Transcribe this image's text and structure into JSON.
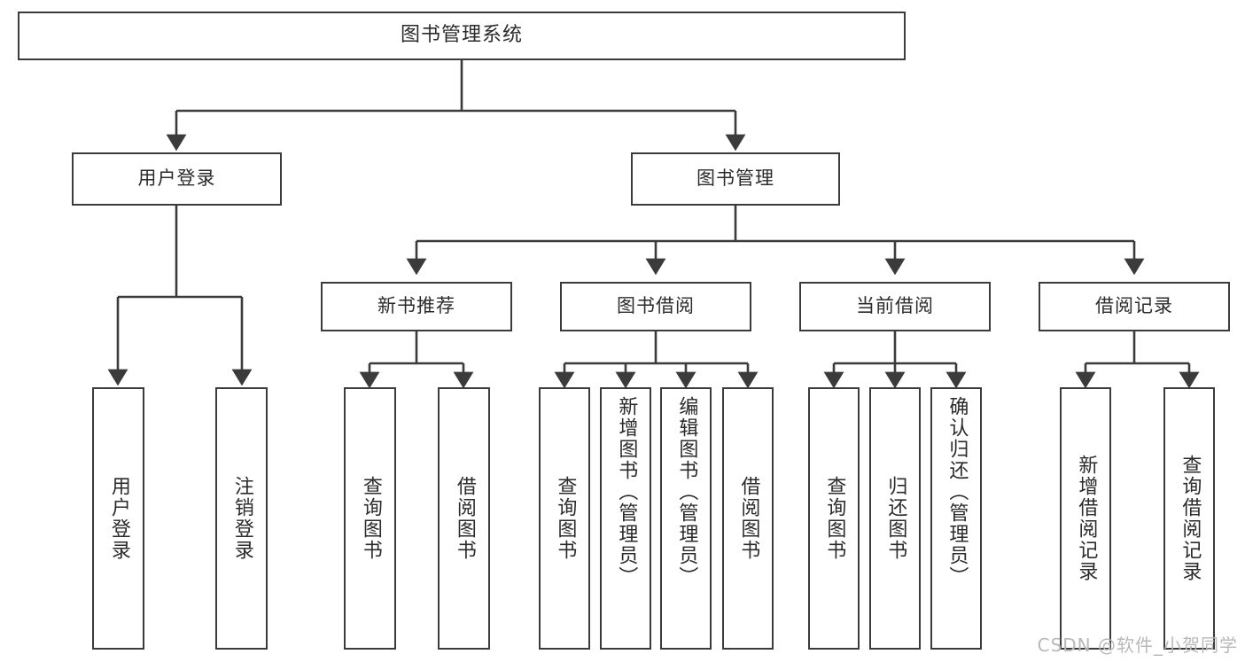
{
  "diagram": {
    "title": "图书管理系统",
    "type": "tree-hierarchy-chart",
    "colors": {
      "stroke": "#3b3b3b",
      "fill": "#ffffff",
      "text": "#2b2b2b",
      "watermark": "#b9b9b9"
    },
    "root": {
      "label": "图书管理系统"
    },
    "level1": [
      {
        "label": "用户登录"
      },
      {
        "label": "图书管理"
      }
    ],
    "level2": [
      {
        "label": "新书推荐"
      },
      {
        "label": "图书借阅"
      },
      {
        "label": "当前借阅"
      },
      {
        "label": "借阅记录"
      }
    ],
    "leaves": {
      "user_login": [
        {
          "label": "用户登录"
        },
        {
          "label": "注销登录"
        }
      ],
      "new_book_recommend": [
        {
          "label": "查询图书"
        },
        {
          "label": "借阅图书"
        }
      ],
      "book_borrow": [
        {
          "label": "查询图书"
        },
        {
          "label": "新增图书（管理员）"
        },
        {
          "label": "编辑图书（管理员）"
        },
        {
          "label": "借阅图书"
        }
      ],
      "current_borrow": [
        {
          "label": "查询图书"
        },
        {
          "label": "归还图书"
        },
        {
          "label": "确认归还（管理员）"
        }
      ],
      "borrow_record": [
        {
          "label": "新增借阅记录"
        },
        {
          "label": "查询借阅记录"
        }
      ]
    }
  },
  "watermark": {
    "text": "CSDN @软件_小贺同学"
  }
}
